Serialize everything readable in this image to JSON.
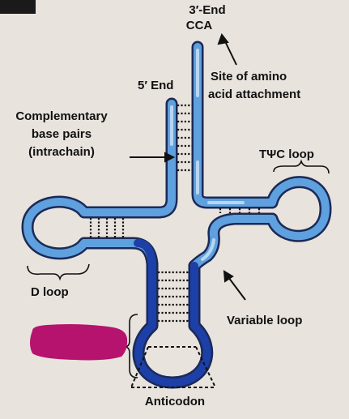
{
  "labels": {
    "three_end": "3′-End",
    "cca": "CCA",
    "site_line1": "Site of amino",
    "site_line2": "acid attachment",
    "five_end": "5′ End",
    "comp_line1": "Complementary",
    "comp_line2": "base pairs",
    "comp_line3": "(intrachain)",
    "tpsic_loop": "TΨC loop",
    "d_loop": "D loop",
    "variable_loop": "Variable loop",
    "anticodon": "Anticodon"
  },
  "colors": {
    "background": "#e8e3dd",
    "strand_light": "#5fa0de",
    "strand_highlight": "#b8d6f2",
    "strand_dark": "#1c3fa8",
    "strand_outline": "#1b2a57",
    "base_pair": "#111111",
    "redaction_blob": "#b5136e",
    "corner_box": "#1a1a1a"
  },
  "icons": {
    "arrows": "arrow-icon",
    "brackets": "bracket-icon"
  }
}
